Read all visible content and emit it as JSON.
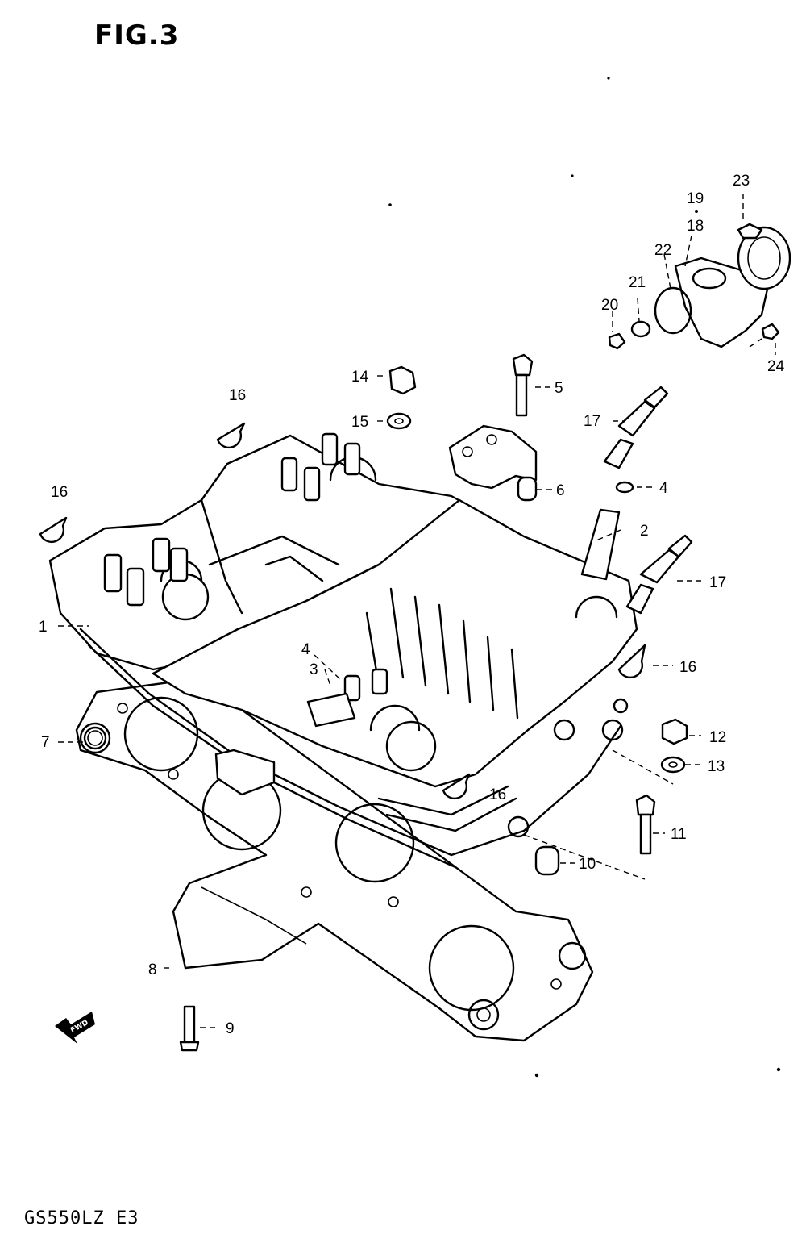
{
  "figure": {
    "title": "FIG.3",
    "model_code": "GS550LZ  E3",
    "direction_label": "FWD"
  },
  "callouts": [
    {
      "id": "c1",
      "label": "1"
    },
    {
      "id": "c2",
      "label": "2"
    },
    {
      "id": "c3",
      "label": "3"
    },
    {
      "id": "c4a",
      "label": "4"
    },
    {
      "id": "c4b",
      "label": "4"
    },
    {
      "id": "c5",
      "label": "5"
    },
    {
      "id": "c6",
      "label": "6"
    },
    {
      "id": "c7",
      "label": "7"
    },
    {
      "id": "c8",
      "label": "8"
    },
    {
      "id": "c9",
      "label": "9"
    },
    {
      "id": "c10",
      "label": "10"
    },
    {
      "id": "c11",
      "label": "11"
    },
    {
      "id": "c12",
      "label": "12"
    },
    {
      "id": "c13",
      "label": "13"
    },
    {
      "id": "c14",
      "label": "14"
    },
    {
      "id": "c15",
      "label": "15"
    },
    {
      "id": "c16a",
      "label": "16"
    },
    {
      "id": "c16b",
      "label": "16"
    },
    {
      "id": "c16c",
      "label": "16"
    },
    {
      "id": "c16d",
      "label": "16"
    },
    {
      "id": "c17a",
      "label": "17"
    },
    {
      "id": "c17b",
      "label": "17"
    },
    {
      "id": "c18",
      "label": "18"
    },
    {
      "id": "c19",
      "label": "19"
    },
    {
      "id": "c20",
      "label": "20"
    },
    {
      "id": "c21",
      "label": "21"
    },
    {
      "id": "c22",
      "label": "22"
    },
    {
      "id": "c23",
      "label": "23"
    },
    {
      "id": "c24",
      "label": "24"
    }
  ]
}
